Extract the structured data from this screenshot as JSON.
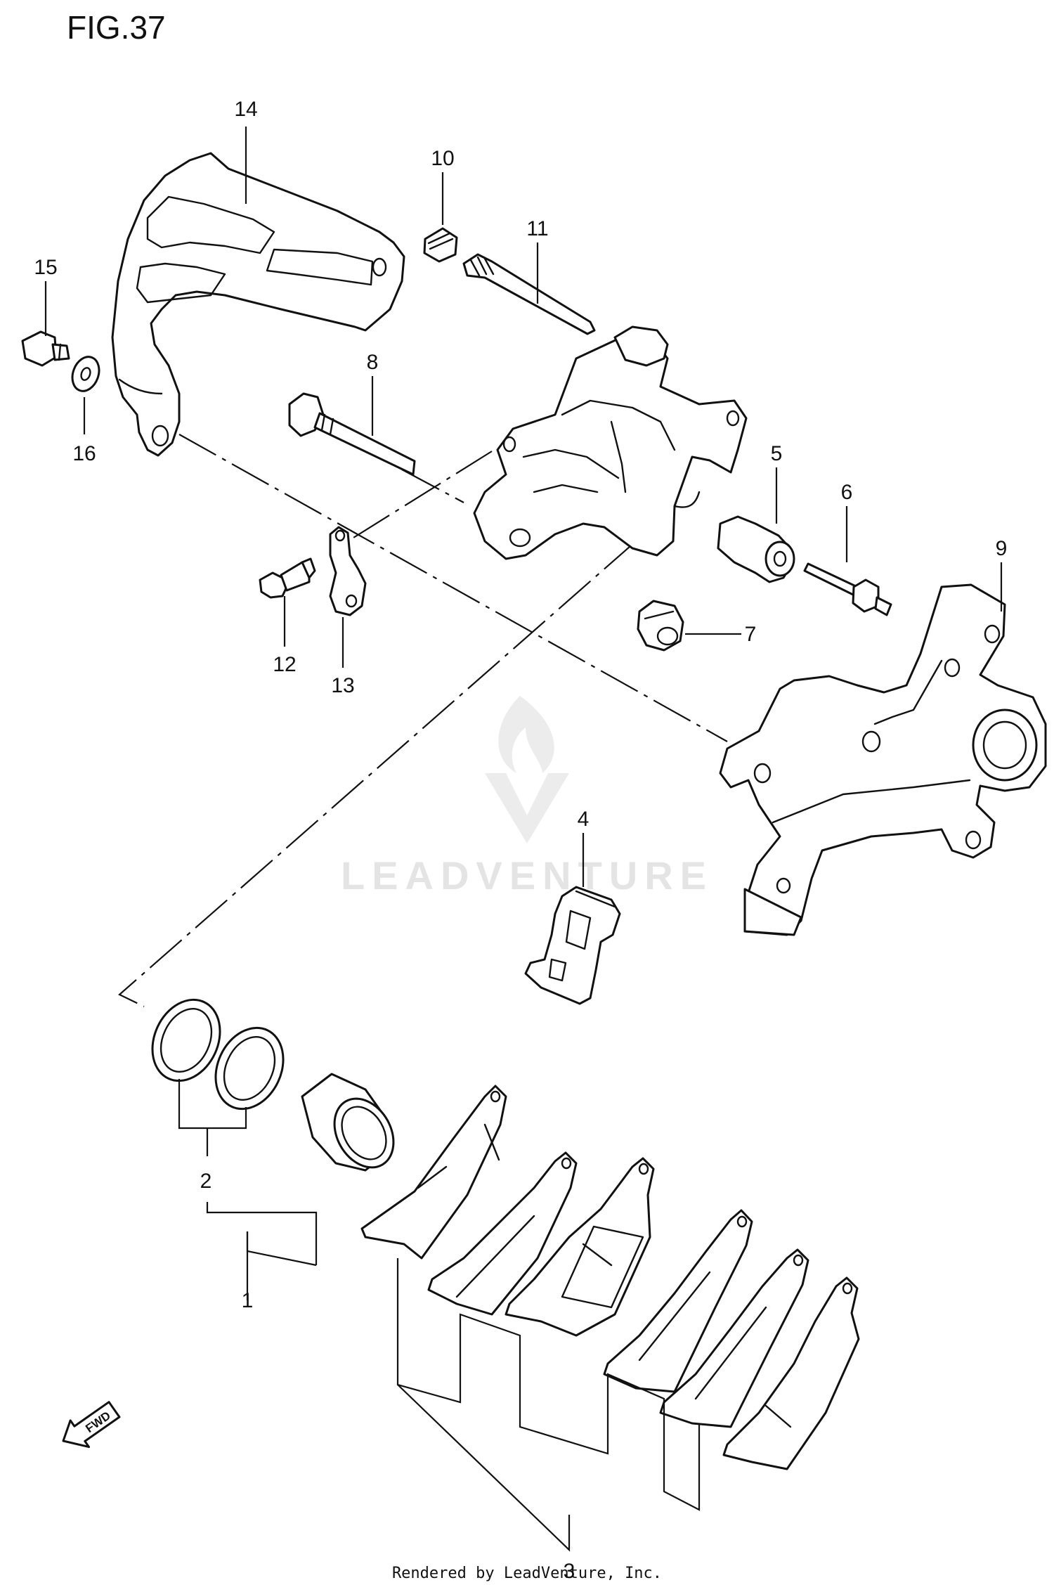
{
  "figure": {
    "title": "FIG.37"
  },
  "callouts": {
    "c1": "1",
    "c2": "2",
    "c3": "3",
    "c4": "4",
    "c5": "5",
    "c6": "6",
    "c7": "7",
    "c8": "8",
    "c9": "9",
    "c10": "10",
    "c11": "11",
    "c12": "12",
    "c13": "13",
    "c14": "14",
    "c15": "15",
    "c16": "16"
  },
  "direction_marker": {
    "label": "FWD",
    "icon": "fwd-arrow-icon"
  },
  "watermark": {
    "text": "LEADVENTURE",
    "icon": "leadventure-flame-logo-icon"
  },
  "footer": {
    "text": "Rendered by LeadVenture, Inc."
  }
}
